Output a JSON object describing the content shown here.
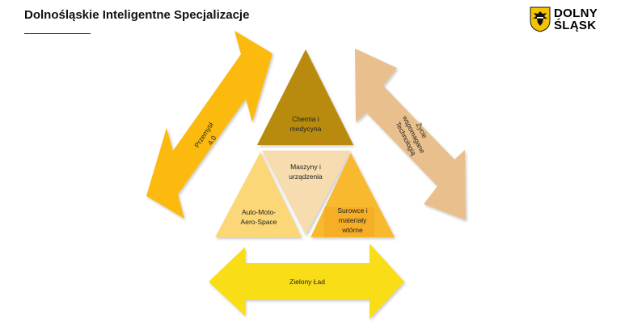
{
  "header": {
    "title": "Dolnośląskie Inteligentne Specjalizacje"
  },
  "logo": {
    "line1": "DOLNY",
    "line2": "ŚLĄSK",
    "icon": "eagle-coat-of-arms-icon"
  },
  "diagram": {
    "top_triangle": {
      "line1": "Chemia i",
      "line2": "medycyna"
    },
    "center_triangle": {
      "line1": "Maszyny i",
      "line2": "urządzenia"
    },
    "left_triangle": {
      "line1": "Auto-Moto-",
      "line2": "Aero-Space"
    },
    "right_triangle": {
      "line1": "Surowce i",
      "line2": "materiały",
      "line3": "wtórne"
    },
    "left_arrow": {
      "line1": "Przemysł",
      "line2": "4.0"
    },
    "right_arrow": {
      "line1": "Życie",
      "line2": "wspomagane",
      "line3": "Technologią"
    },
    "bottom_arrow": {
      "label": "Zielony Ład"
    }
  },
  "colors": {
    "top_triangle": "#b88a0e",
    "center_triangle": "#f7dcaf",
    "left_triangle": "#fbd777",
    "right_triangle": "#f8b92d",
    "left_arrow": "#fbba10",
    "right_arrow": "#e9c08d",
    "bottom_arrow": "#f9dd19"
  }
}
